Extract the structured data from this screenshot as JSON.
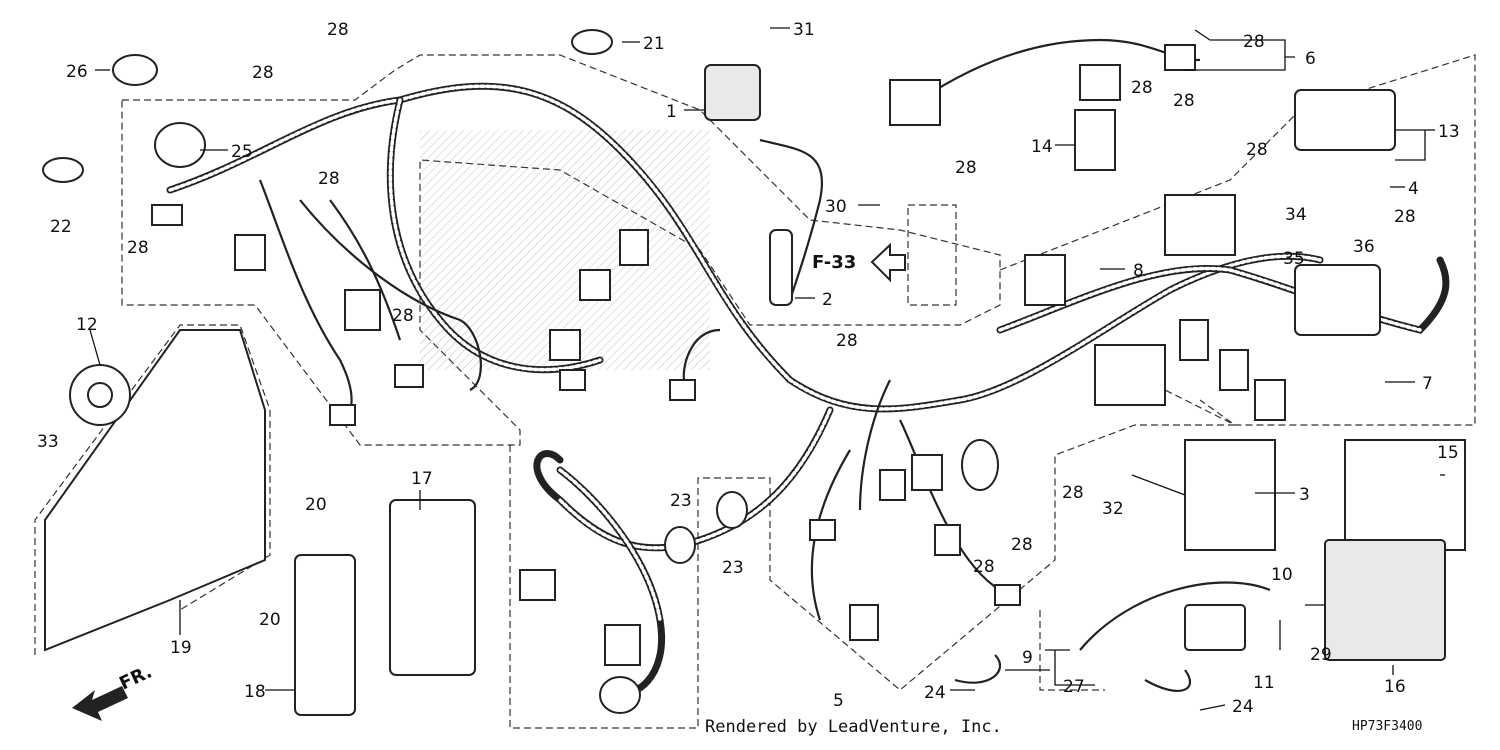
{
  "diagram": {
    "footer_credit": "Rendered by LeadVenture, Inc.",
    "diagram_code": "HP73F3400",
    "ref_arrow_label": "F-33",
    "front_arrow_label": "FR.",
    "callouts": {
      "c1": "1",
      "c2": "2",
      "c3": "3",
      "c4": "4",
      "c5": "5",
      "c6": "6",
      "c7": "7",
      "c8": "8",
      "c9": "9",
      "c10": "10",
      "c11": "11",
      "c12": "12",
      "c13": "13",
      "c14": "14",
      "c15": "15",
      "c16": "16",
      "c17": "17",
      "c18": "18",
      "c19": "19",
      "c20a": "20",
      "c20b": "20",
      "c21": "21",
      "c22": "22",
      "c23a": "23",
      "c23b": "23",
      "c24a": "24",
      "c24b": "24",
      "c25": "25",
      "c26": "26",
      "c27": "27",
      "c28a": "28",
      "c28b": "28",
      "c28c": "28",
      "c28d": "28",
      "c28e": "28",
      "c28f": "28",
      "c28g": "28",
      "c28h": "28",
      "c28i": "28",
      "c28j": "28",
      "c28k": "28",
      "c28l": "28",
      "c28m": "28",
      "c28n": "28",
      "c28o": "28",
      "c29": "29",
      "c30": "30",
      "c31": "31",
      "c32": "32",
      "c33": "33",
      "c34": "34",
      "c35": "35",
      "c36": "36"
    }
  }
}
